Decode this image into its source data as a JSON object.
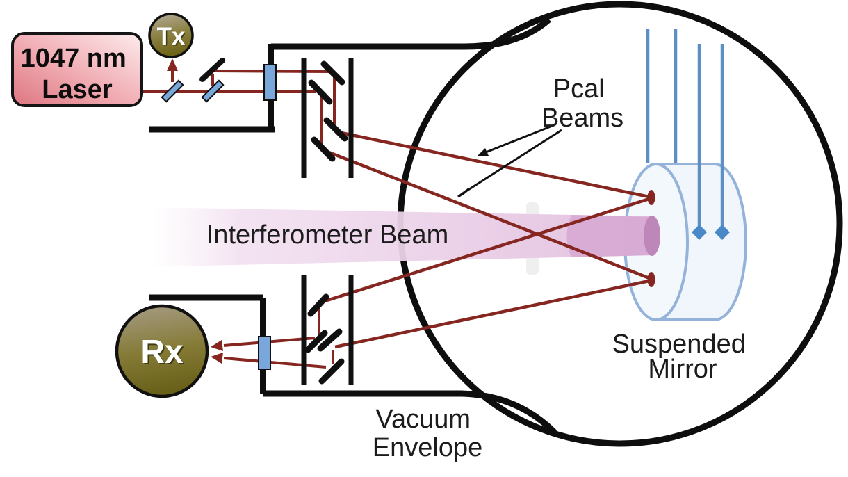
{
  "labels": {
    "laser": {
      "line1": "1047 nm",
      "line2": "Laser"
    },
    "tx_detector": "Tx",
    "rx_detector": "Rx",
    "pcal_beams": {
      "line1": "Pcal",
      "line2": "Beams"
    },
    "interferometer_beam": "Interferometer Beam",
    "suspended_mirror": {
      "line1": "Suspended",
      "line2": "Mirror"
    },
    "vacuum_envelope": {
      "line1": "Vacuum",
      "line2": "Envelope"
    }
  },
  "colors": {
    "beam_red": "#862621",
    "optic_blue": "#7aa7d9",
    "wire_blue": "#5d8fc4",
    "diamond_blue": "#4a89c8",
    "mirror_outline_blue": "#94b2da",
    "mirror_fill": "#f0f6fb",
    "ifo_beam_pink": "#e3c1e0",
    "ifo_beam_core": "#d7a9d4",
    "ifo_beam_spot": "#bd87ba",
    "laser_box_dark_pink": "#dd7680",
    "laser_box_light_pink": "#fceced",
    "detector_olive_light": "#aca188",
    "detector_olive_dark": "#665c14",
    "envelope_black": "#0e0e0e",
    "text_black": "#1c1c1c"
  }
}
